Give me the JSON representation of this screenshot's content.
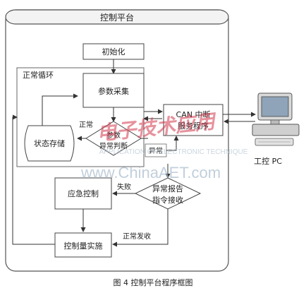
{
  "diagram": {
    "platform_title": "控制平台",
    "nodes": {
      "init": "初始化",
      "collect": "参数采集",
      "anomaly_judge_line1": "参数",
      "anomaly_judge_line2": "异常判断",
      "state_store": "状态存储",
      "can_line1": "CAN 中断",
      "can_line2": "服务程序",
      "emergency": "应急控制",
      "report_line1": "异常报告",
      "report_line2": "指令接收",
      "actuate": "控制量实施",
      "pc_label": "工控 PC"
    },
    "labels": {
      "normal_loop": "正常循环",
      "normal_short": "正常",
      "abnormal": "异常",
      "fail": "失败",
      "normal_send": "正常发收"
    },
    "caption": "图 4   控制平台程序框图",
    "watermark": {
      "cn": "电子技术应用",
      "en": "APPLICATION OF ELECTRONIC TECHNIQUE",
      "url": "www.ChinaAET.com"
    }
  }
}
